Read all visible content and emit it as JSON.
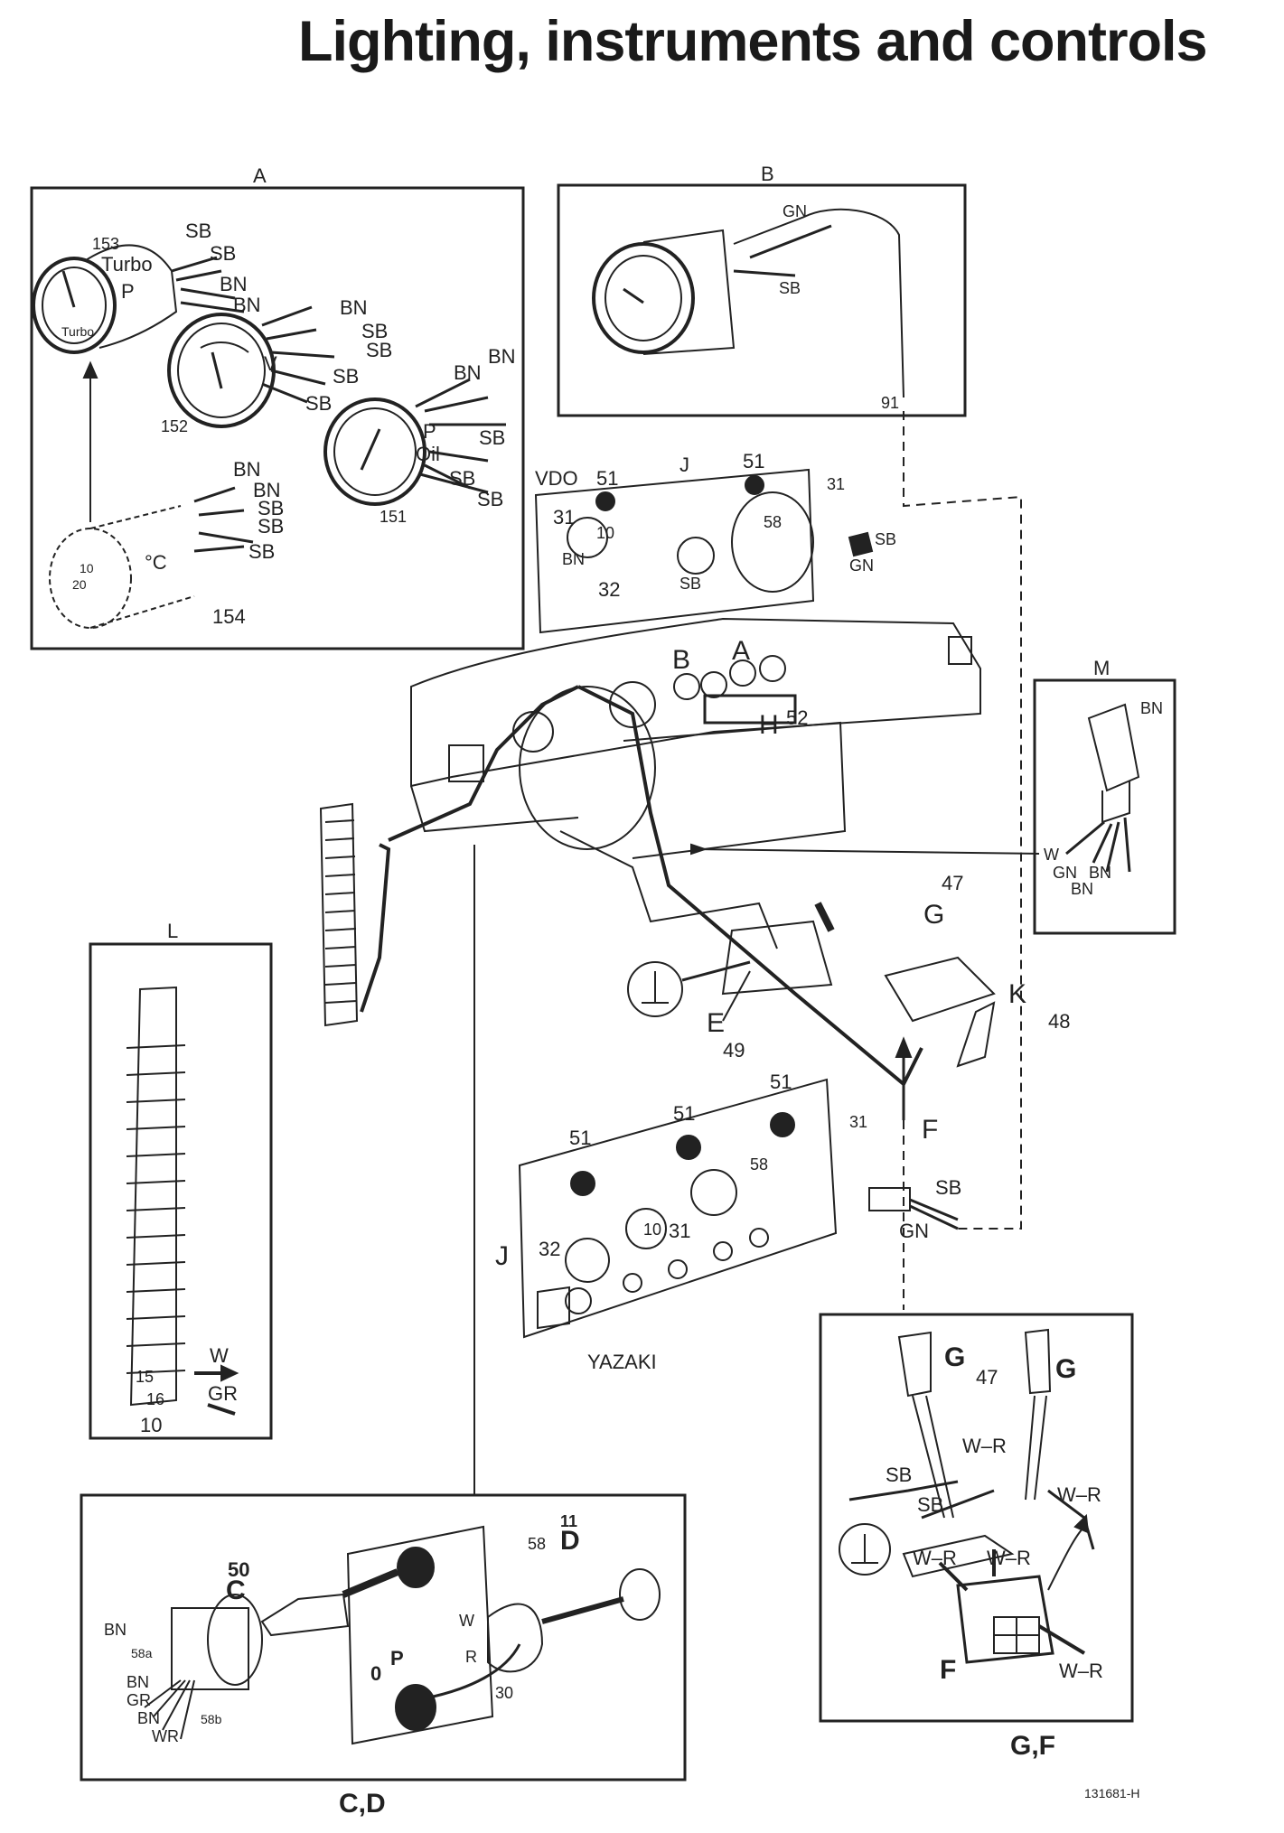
{
  "title": "Lighting, instruments and controls",
  "panels": {
    "A": {
      "letter": "A",
      "gauges": {
        "turbo": {
          "num": "153",
          "label1": "Turbo",
          "label2": "P",
          "face": "Turbo"
        },
        "volt": {
          "num": "152",
          "label": "V"
        },
        "oil": {
          "num": "151",
          "label1": "P",
          "label2": "Oil"
        },
        "temp": {
          "num": "154",
          "label": "°C",
          "t1": "10",
          "t2": "20"
        }
      },
      "wires": {
        "sb": "SB",
        "bn": "BN"
      }
    },
    "B": {
      "letter": "B",
      "num": "91",
      "gn": "GN",
      "sb": "SB"
    },
    "M": {
      "letter": "M",
      "bn": "BN",
      "w": "W",
      "gn": "GN",
      "bn2": "BN",
      "bn3": "BN"
    },
    "L": {
      "letter": "L",
      "n15": "15",
      "n16": "16",
      "n10": "10",
      "w": "W",
      "gr": "GR"
    },
    "CD": {
      "caption": "C,D",
      "c": "C",
      "d": "D",
      "n50": "50",
      "n11": "11",
      "n58": "58",
      "n58a": "58a",
      "n58b": "58b",
      "n30": "30",
      "n0": "0",
      "p": "P",
      "bn": "BN",
      "gr": "GR",
      "wr": "WR",
      "w": "W",
      "r": "R"
    },
    "GF": {
      "caption": "G,F",
      "g": "G",
      "f": "F",
      "n47": "47",
      "sb": "SB",
      "wr": "W–R"
    }
  },
  "dash": {
    "vdo": "VDO",
    "yazaki": "YAZAKI",
    "j": "J",
    "n51": "51",
    "n31": "31",
    "n32": "32",
    "n58": "58",
    "n10": "10",
    "bn": "BN",
    "sb": "SB",
    "gn": "GN",
    "b": "B",
    "a": "A",
    "h": "H",
    "n52": "52",
    "g": "G",
    "k": "K",
    "e": "E",
    "f": "F",
    "n47": "47",
    "n48": "48",
    "n49": "49"
  },
  "ref": "131681-H"
}
